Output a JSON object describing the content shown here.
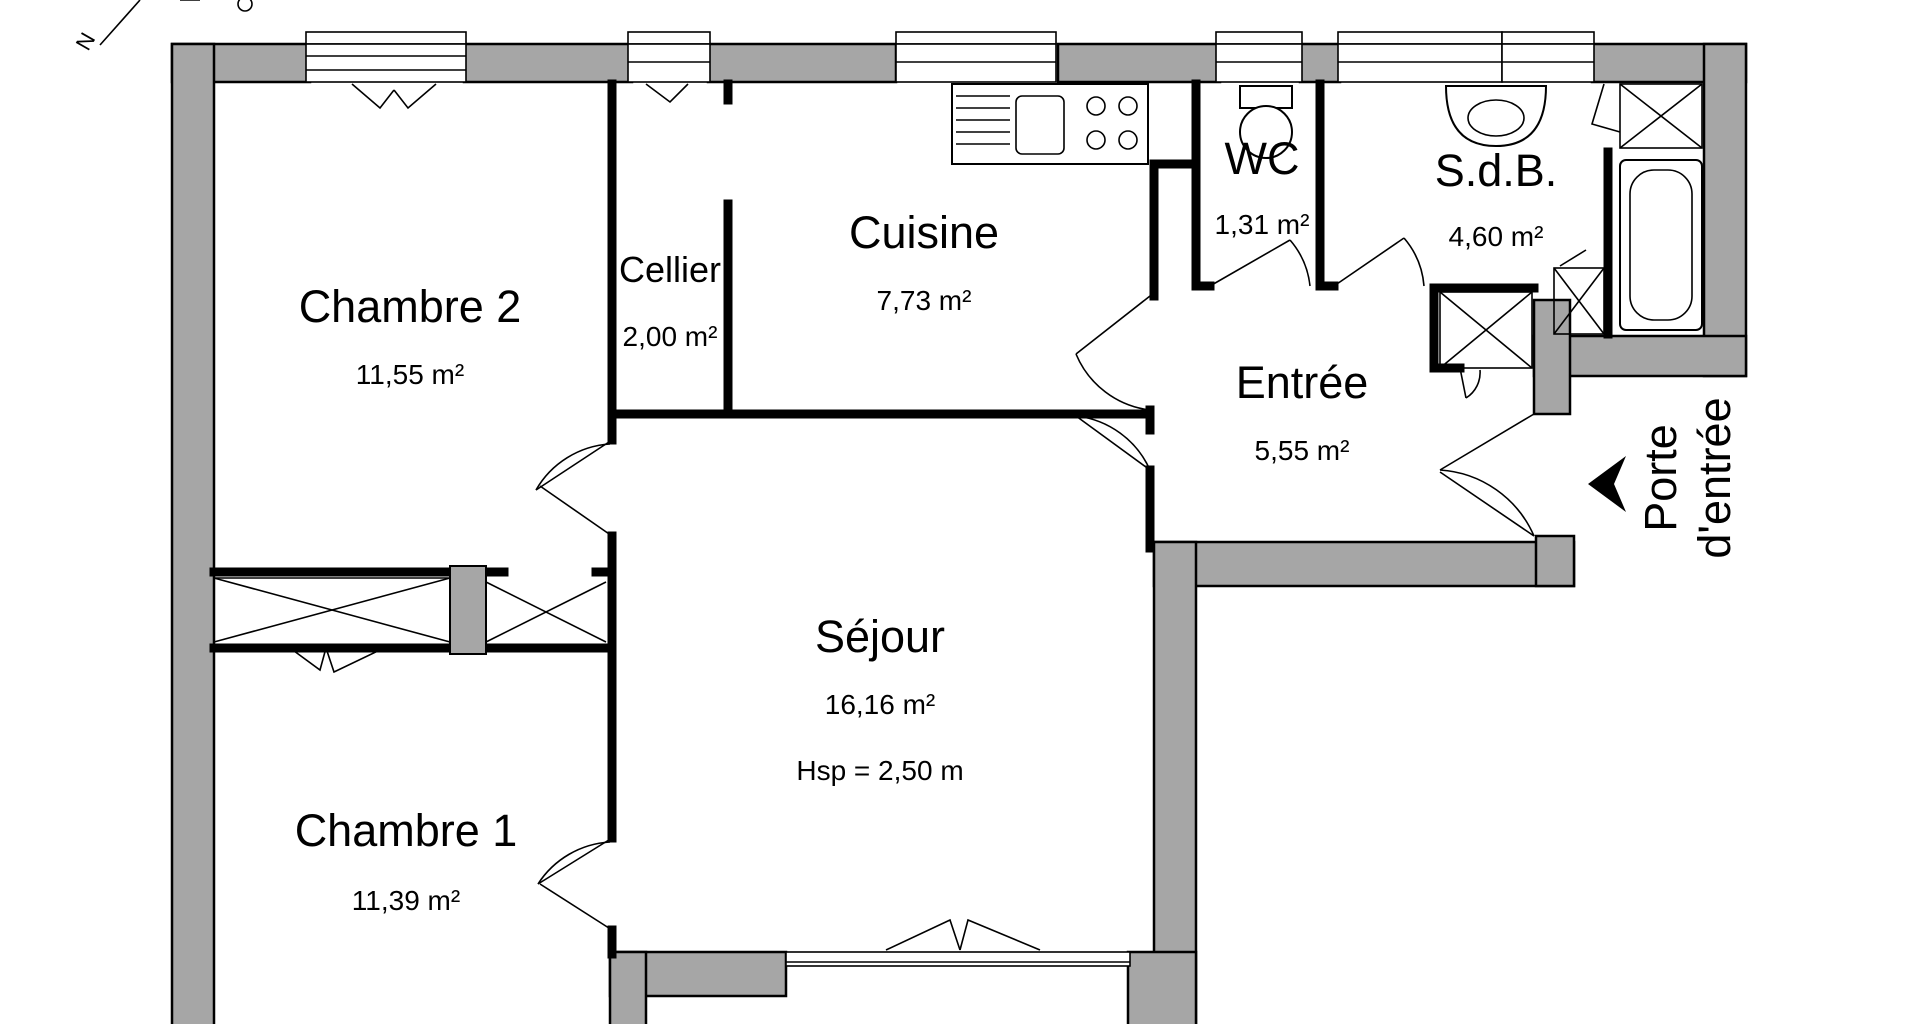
{
  "plan": {
    "rooms": [
      {
        "id": "chambre2",
        "name": "Chambre 2",
        "area": "11,55 m²"
      },
      {
        "id": "cellier",
        "name": "Cellier",
        "area": "2,00 m²"
      },
      {
        "id": "cuisine",
        "name": "Cuisine",
        "area": "7,73 m²"
      },
      {
        "id": "wc",
        "name": "WC",
        "area": "1,31 m²"
      },
      {
        "id": "sdb",
        "name": "S.d.B.",
        "area": "4,60 m²"
      },
      {
        "id": "entree",
        "name": "Entrée",
        "area": "5,55 m²"
      },
      {
        "id": "sejour",
        "name": "Séjour",
        "area": "16,16 m²",
        "height_note": "Hsp = 2,50 m"
      },
      {
        "id": "chambre1",
        "name": "Chambre 1",
        "area": "11,39 m²"
      }
    ],
    "entrance_label": [
      "Porte",
      "d'entrée"
    ],
    "compass_letter": "N",
    "colors": {
      "wall": "#a6a6a6",
      "line": "#000000",
      "background": "#ffffff"
    }
  }
}
